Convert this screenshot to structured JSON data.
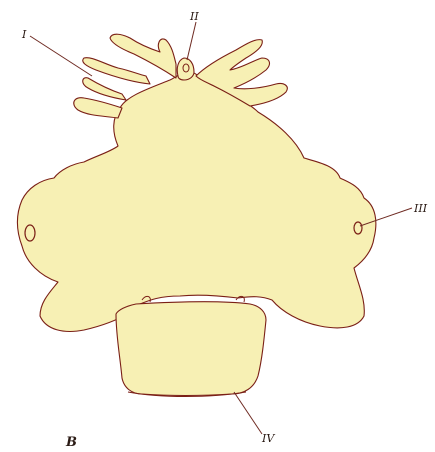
{
  "figure": {
    "panel_label": "B",
    "labels": {
      "i": "I",
      "ii": "II",
      "iii": "III",
      "iv": "IV"
    },
    "colors": {
      "fill": "#f7f0b4",
      "outline": "#7a1f16",
      "leader": "#6e2a22",
      "text": "#2a1a14"
    }
  }
}
